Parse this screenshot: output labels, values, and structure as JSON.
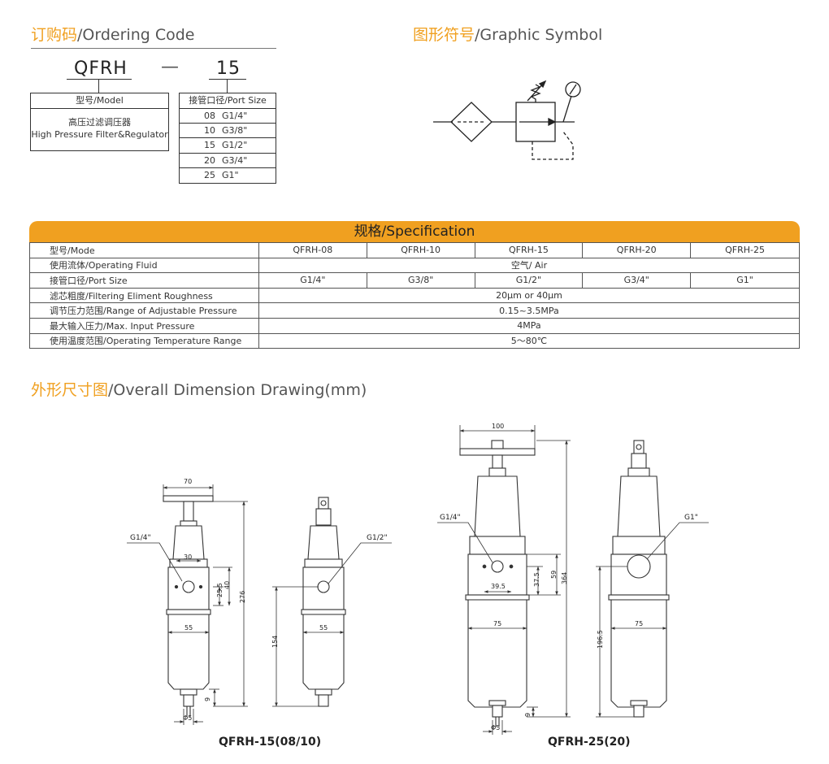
{
  "ordering": {
    "title_cn": "订购码",
    "title_en": "/Ordering Code",
    "code_prefix": "QFRH",
    "code_dash": "—",
    "code_suffix": "15",
    "model_header": "型号/Model",
    "model_cn": "高压过滤调压器",
    "model_en": "High Pressure Filter&Regulator",
    "port_header": "接管口径/Port Size",
    "ports": [
      {
        "code": "08",
        "size": "G1/4\""
      },
      {
        "code": "10",
        "size": "G3/8\""
      },
      {
        "code": "15",
        "size": "G1/2\""
      },
      {
        "code": "20",
        "size": "G3/4\""
      },
      {
        "code": "25",
        "size": "G1\""
      }
    ]
  },
  "graphic": {
    "title_cn": "图形符号",
    "title_en": "/Graphic Symbol"
  },
  "spec": {
    "title": "规格/Specification",
    "rows": {
      "model": {
        "label": "型号/Mode",
        "values": [
          "QFRH-08",
          "QFRH-10",
          "QFRH-15",
          "QFRH-20",
          "QFRH-25"
        ]
      },
      "fluid": {
        "label": "使用流体/Operating Fluid",
        "value": "空气/ Air"
      },
      "port": {
        "label": "接管口径/Port Size",
        "values": [
          "G1/4\"",
          "G3/8\"",
          "G1/2\"",
          "G3/4\"",
          "G1\""
        ]
      },
      "filter": {
        "label": "滤芯粗度/Filtering Eliment Roughness",
        "value": "20μm  or  40μm"
      },
      "pressure": {
        "label": "调节压力范围/Range of Adjustable Pressure",
        "value": "0.15~3.5MPa"
      },
      "max_input": {
        "label": "最大输入压力/Max. Input Pressure",
        "value": "4MPa"
      },
      "temp": {
        "label": "使用温度范围/Operating Temperature Range",
        "value": "5～80℃"
      }
    }
  },
  "drawing": {
    "title_cn": "外形尺寸图",
    "title_en": "/Overall Dimension Drawing(mm)",
    "small": {
      "caption": "QFRH-15(08/10)",
      "port_front": "G1/4\"",
      "port_side": "G1/2\"",
      "dim_handle": "70",
      "dim_hole": "30",
      "dim_25_5": "25.5",
      "dim_40": "40",
      "dim_height": "276",
      "dim_body": "55",
      "dim_body_side": "55",
      "dim_154": "154",
      "dim_9": "9",
      "dim_phi": "Φ5"
    },
    "large": {
      "caption": "QFRH-25(20)",
      "port_front": "G1/4\"",
      "port_side": "G1\"",
      "dim_handle": "100",
      "dim_height": "364",
      "dim_59": "59",
      "dim_37_5": "37.5",
      "dim_39_5": "39.5",
      "dim_body": "75",
      "dim_body_side": "75",
      "dim_196_5": "196.5",
      "dim_9": "9",
      "dim_phi": "Φ5"
    }
  }
}
